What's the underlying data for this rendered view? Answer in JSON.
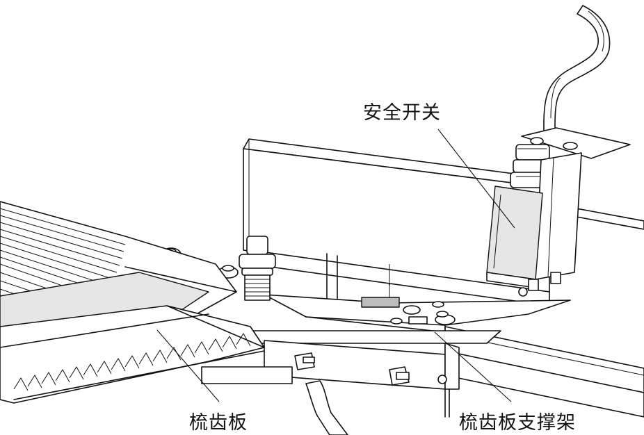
{
  "labels": {
    "safety_switch": "安全开关",
    "comb_plate": "梳齿板",
    "comb_plate_support": "梳齿板支撑架"
  }
}
